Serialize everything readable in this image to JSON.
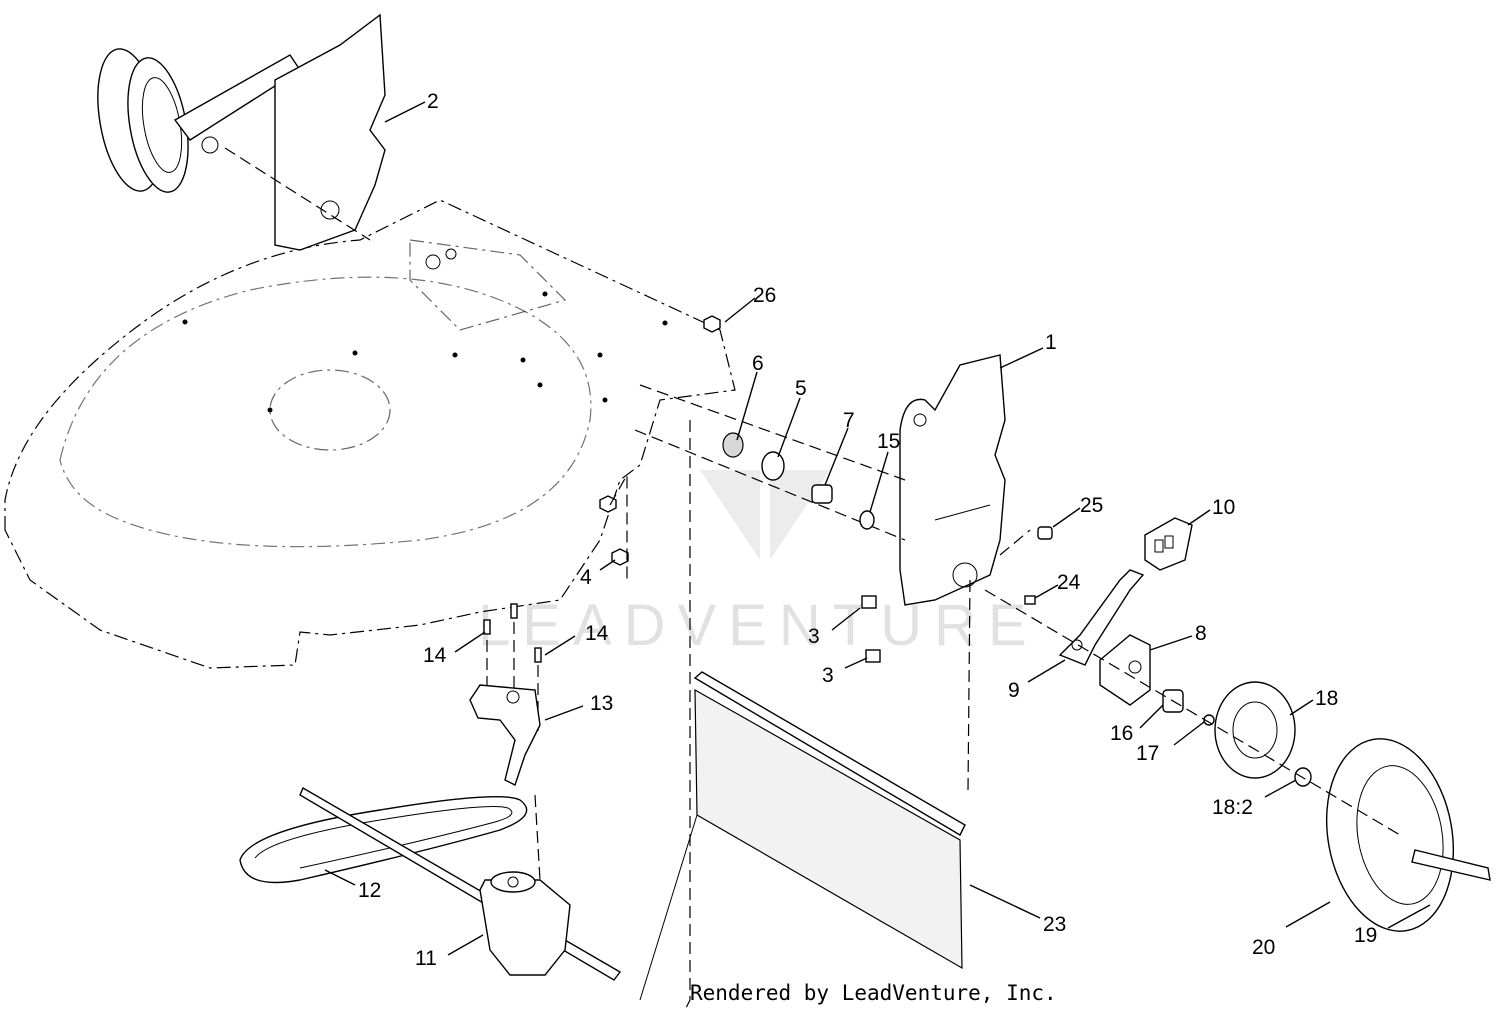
{
  "diagram": {
    "callouts": [
      {
        "label": "1"
      },
      {
        "label": "2"
      },
      {
        "label": "26"
      },
      {
        "label": "6"
      },
      {
        "label": "5"
      },
      {
        "label": "7"
      },
      {
        "label": "15"
      },
      {
        "label": "25"
      },
      {
        "label": "10"
      },
      {
        "label": "24"
      },
      {
        "label": "4"
      },
      {
        "label": "3"
      },
      {
        "label": "3"
      },
      {
        "label": "14"
      },
      {
        "label": "14"
      },
      {
        "label": "13"
      },
      {
        "label": "8"
      },
      {
        "label": "9"
      },
      {
        "label": "18"
      },
      {
        "label": "16"
      },
      {
        "label": "17"
      },
      {
        "label": "18:2"
      },
      {
        "label": "12"
      },
      {
        "label": "11"
      },
      {
        "label": "23"
      },
      {
        "label": "20"
      },
      {
        "label": "19"
      }
    ],
    "credit": "Rendered by LeadVenture, Inc.",
    "watermark": "LEADVENTURE"
  }
}
